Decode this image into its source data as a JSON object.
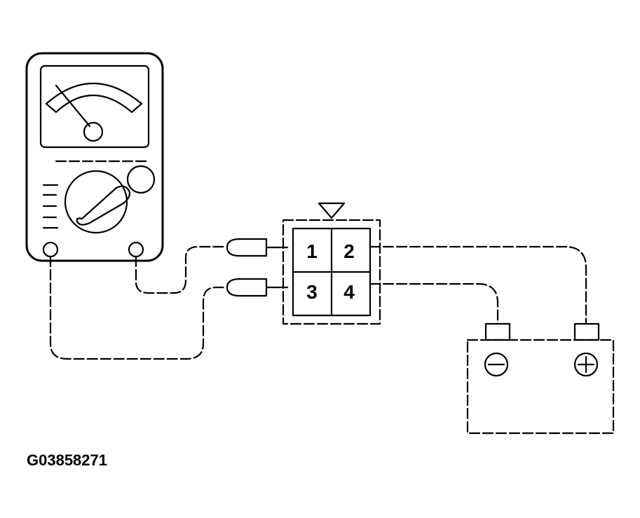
{
  "connector": {
    "pins": [
      "1",
      "2",
      "3",
      "4"
    ]
  },
  "battery": {
    "negative_symbol": "⊖",
    "positive_symbol": "⊕"
  },
  "figure_id": "G03858271",
  "colors": {
    "ink": "#000000",
    "background": "#ffffff"
  }
}
